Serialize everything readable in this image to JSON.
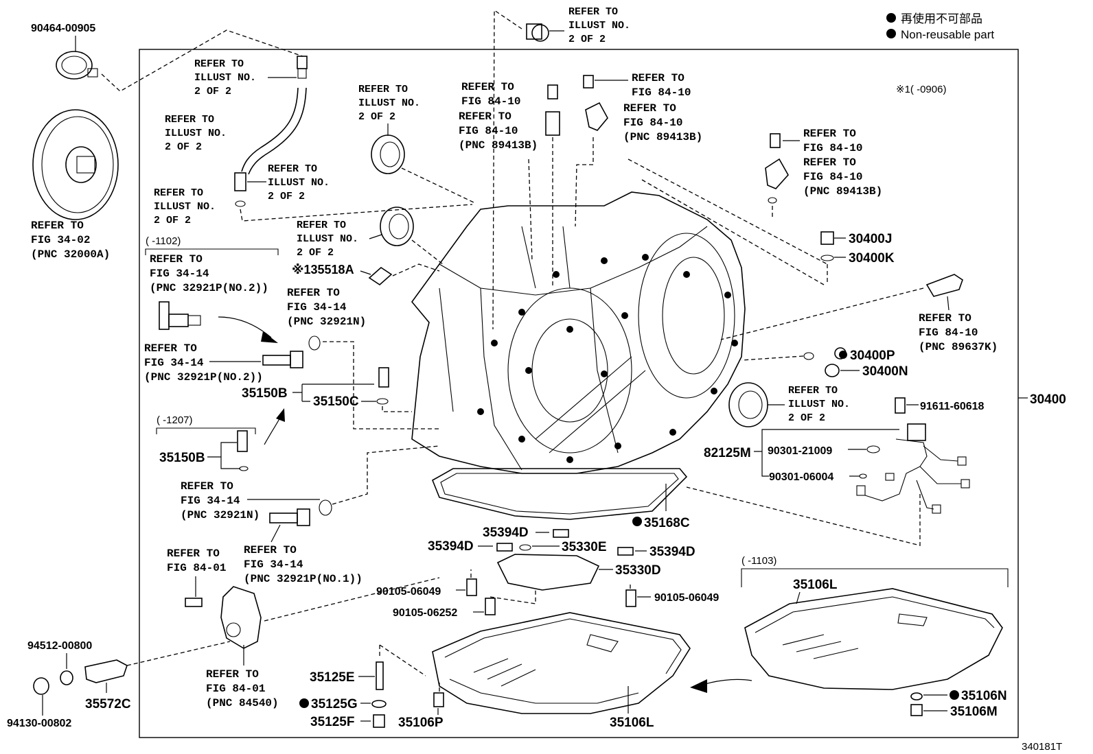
{
  "legend": {
    "jp": "再使用不可部品",
    "en": "Non-reusable part",
    "note": "※1(      -0906)"
  },
  "figure_id": "340181T",
  "assembly_number": "30400",
  "refs": {
    "r_90464": "90464-00905",
    "r_ill_top_left": [
      "REFER TO",
      "ILLUST NO.",
      "2 OF 2"
    ],
    "r_ill_tube": [
      "REFER TO",
      "ILLUST NO.",
      "2 OF 2"
    ],
    "r_ill_elbow": [
      "REFER TO",
      "ILLUST NO.",
      "2 OF 2"
    ],
    "r_ill_oring": [
      "REFER TO",
      "ILLUST NO.",
      "2 OF 2"
    ],
    "r_fig3402": [
      "REFER TO",
      "FIG 34-02",
      "(PNC 32000A)"
    ],
    "r_1102": "(      -1102)",
    "r_fig3414_a": [
      "REFER TO",
      "FIG 34-14",
      "(PNC 32921P(NO.2))"
    ],
    "r_fig3414_b": [
      "REFER TO",
      "FIG 34-14",
      "(PNC 32921N)"
    ],
    "r_fig3414_c": [
      "REFER TO",
      "FIG 34-14",
      "(PNC 32921P(NO.2))"
    ],
    "r_ill_seal1": [
      "REFER TO",
      "ILLUST NO.",
      "2 OF 2"
    ],
    "r_ill_seal2": [
      "REFER TO",
      "ILLUST NO.",
      "2 OF 2"
    ],
    "r_ill_bolt_top": [
      "REFER TO",
      "ILLUST NO.",
      "2 OF 2"
    ],
    "r_fig8410_a": [
      "REFER TO",
      "FIG 84-10"
    ],
    "r_fig8410_b": [
      "REFER TO",
      "FIG 84-10",
      "(PNC 89413B)"
    ],
    "r_fig8410_c": [
      "REFER TO",
      "FIG 84-10"
    ],
    "r_fig8410_d": [
      "REFER TO",
      "FIG 84-10",
      "(PNC 89413B)"
    ],
    "r_fig8410_e": [
      "REFER TO",
      "FIG 84-10"
    ],
    "r_fig8410_f": [
      "REFER TO",
      "FIG 84-10",
      "(PNC 89413B)"
    ],
    "r_fig8410_g": [
      "REFER TO",
      "FIG 84-10",
      "(PNC 89637K)"
    ],
    "r_ill_right_seal": [
      "REFER TO",
      "ILLUST NO.",
      "2 OF 2"
    ],
    "r_1207": "(      -1207)",
    "r_fig3414_d": [
      "REFER TO",
      "FIG 34-14",
      "(PNC 32921N)"
    ],
    "r_fig3414_e": [
      "REFER TO",
      "FIG 34-14",
      "(PNC 32921P(NO.1))"
    ],
    "r_fig8401_a": [
      "REFER TO",
      "FIG 84-01"
    ],
    "r_fig8401_b": [
      "REFER TO",
      "FIG 84-01",
      "(PNC 84540)"
    ],
    "r_1103": "(      -1103)"
  },
  "parts": {
    "p_35518A": "※135518A",
    "p_35150B_a": "35150B",
    "p_35150C": "35150C",
    "p_35150B_b": "35150B",
    "p_30400J": "30400J",
    "p_30400K": "30400K",
    "p_30400P": "30400P",
    "p_30400N": "30400N",
    "p_91611": "91611-60618",
    "p_82125M": "82125M",
    "p_90301_21": "90301-21009",
    "p_90301_06": "90301-06004",
    "p_35168C": "35168C",
    "p_35394D_a": "35394D",
    "p_35394D_b": "35394D",
    "p_35394D_c": "35394D",
    "p_35330E": "35330E",
    "p_35330D": "35330D",
    "p_90105_a": "90105-06049",
    "p_90105_b": "90105-06049",
    "p_90105_252": "90105-06252",
    "p_35106L_a": "35106L",
    "p_35106L_b": "35106L",
    "p_35106N": "35106N",
    "p_35106M": "35106M",
    "p_35106P": "35106P",
    "p_35125E": "35125E",
    "p_35125G": "35125G",
    "p_35125F": "35125F",
    "p_94512": "94512-00800",
    "p_94130": "94130-00802",
    "p_35572C": "35572C"
  }
}
